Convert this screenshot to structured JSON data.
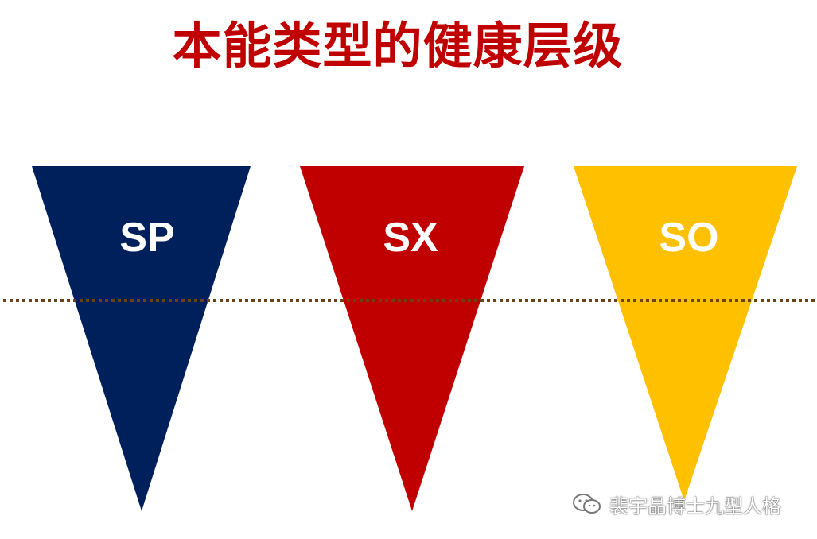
{
  "slide": {
    "title": "本能类型的健康层级"
  },
  "colors": {
    "title": "#c00000",
    "sp": "#00205b",
    "sx": "#c00000",
    "so": "#ffc000",
    "label": "#ffffff",
    "dotted_line": "#6b4214"
  },
  "triangles": [
    {
      "id": "sp",
      "label": "SP",
      "color": "#00205b"
    },
    {
      "id": "sx",
      "label": "SX",
      "color": "#c00000"
    },
    {
      "id": "so",
      "label": "SO",
      "color": "#ffc000"
    }
  ],
  "watermark": {
    "icon": "wechat-icon",
    "text": "裴宇晶博士九型人格"
  }
}
